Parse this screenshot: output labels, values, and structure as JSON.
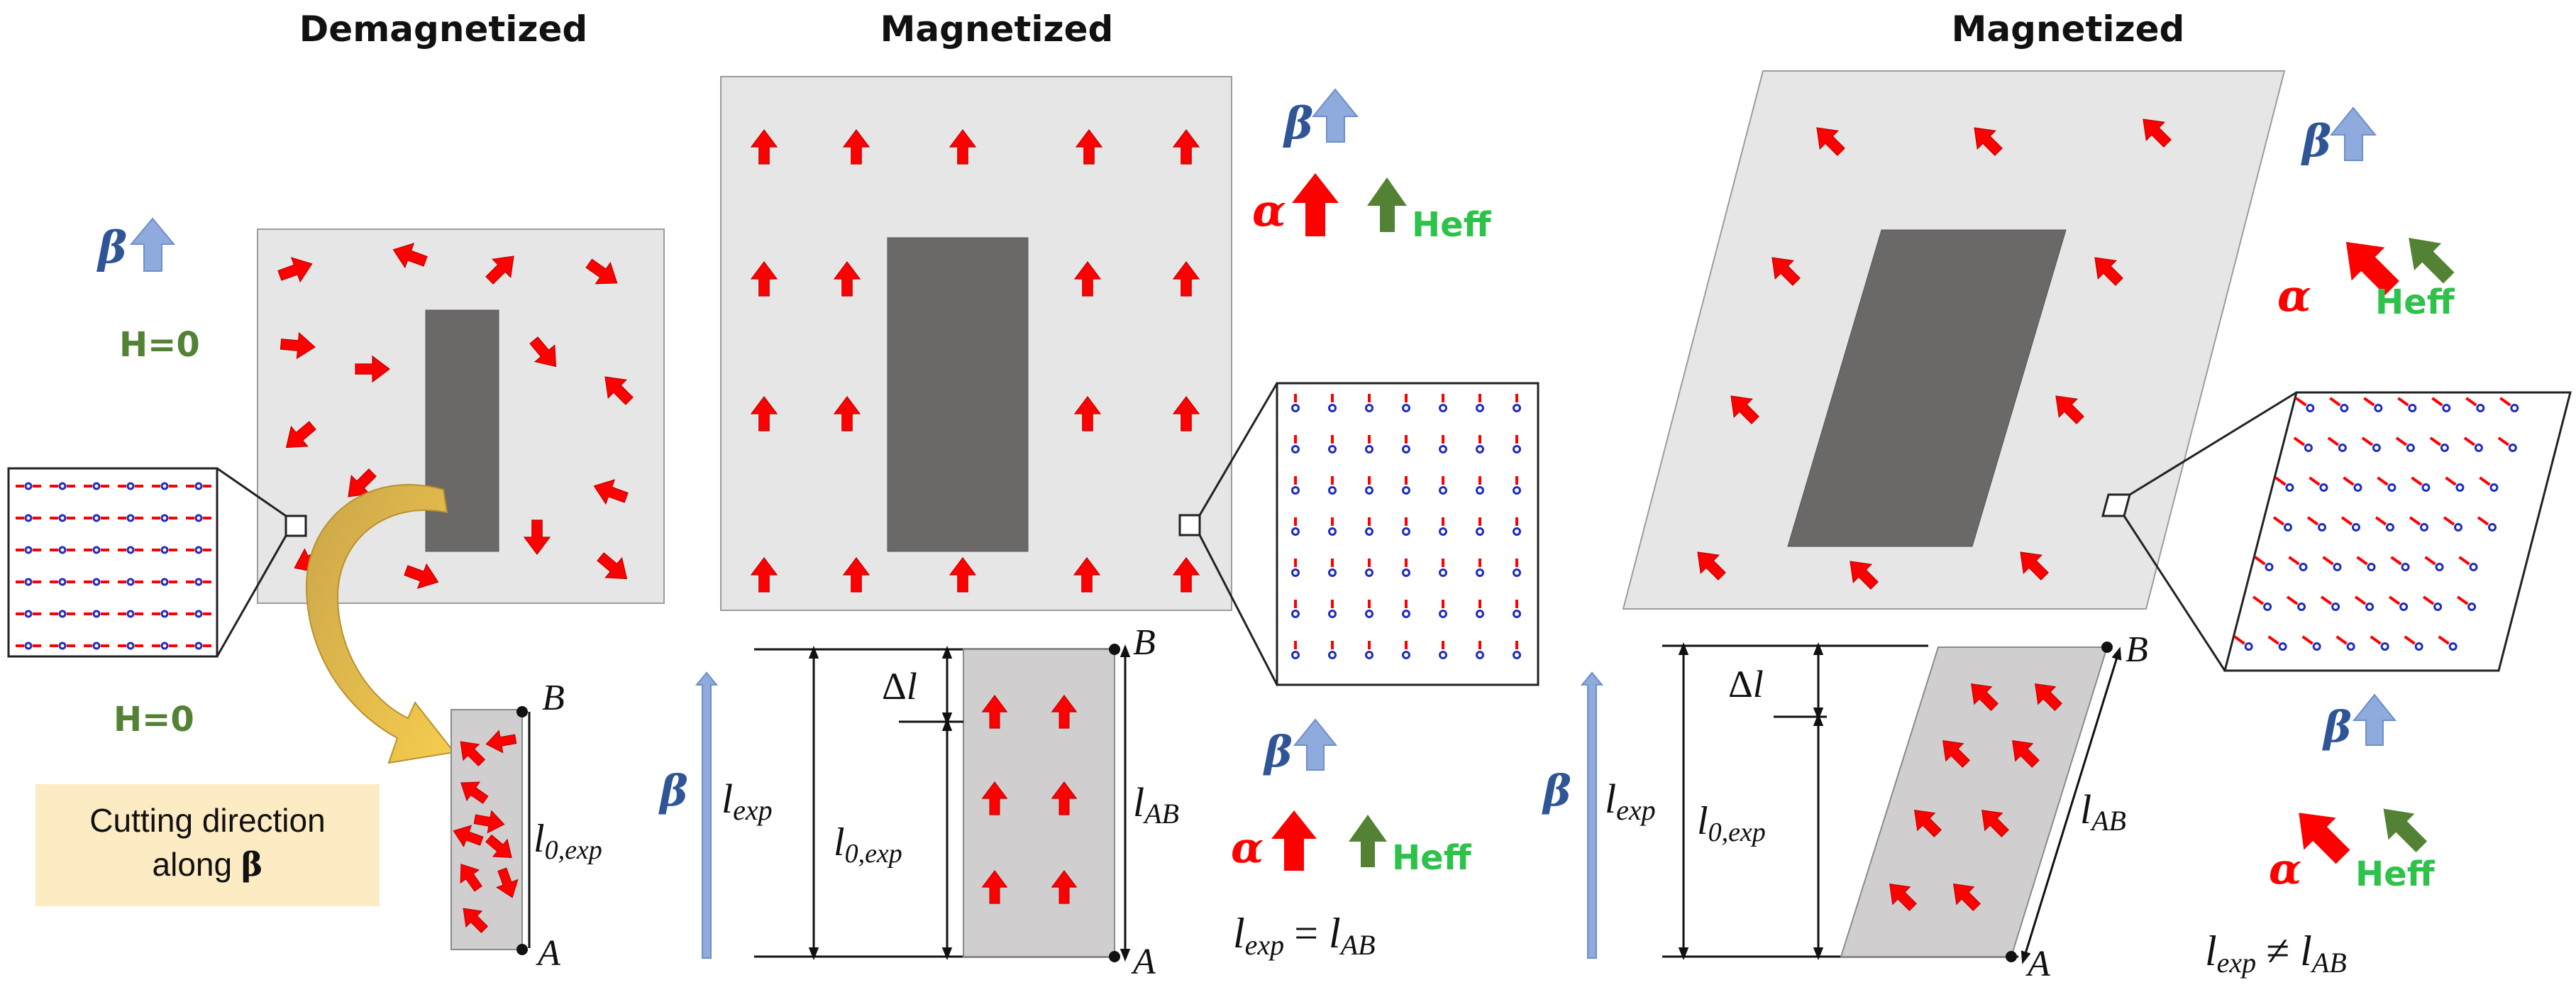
{
  "panels": {
    "demagnetized": {
      "title": "Demagnetized",
      "field_label_top": "H=0",
      "field_label_bottom": "H=0"
    },
    "magnetized_aligned": {
      "title": "Magnetized",
      "relation": "= "
    },
    "magnetized_tilted": {
      "title": "Magnetized",
      "relation": "≠ "
    }
  },
  "cutting_note": {
    "line1": "Cutting direction",
    "line2": "along ",
    "symbol": "β"
  },
  "symbols": {
    "beta": "β",
    "alpha": "α",
    "heff": "Heff",
    "delta": "Δ",
    "l": "l",
    "sub_exp": "exp",
    "sub_0exp": "0,exp",
    "sub_AB": "AB",
    "point_a": "A",
    "point_b": "B"
  },
  "colors": {
    "moment_arrow": "#ff0000",
    "beta_arrow": "#8faadc",
    "beta_text": "#2f5597",
    "alpha_text": "#ff0000",
    "heff_arrow": "#548235",
    "heff_text": "#2fc24a",
    "h_label": "#548235",
    "sample_bg": "#e6e6e6",
    "inclusion": "#6b6868",
    "cut_piece": "#d0cece",
    "cutting_note_bg": "#fdebc3",
    "cut_arrow": "#e8bc42"
  },
  "icons": [
    "up-arrow-icon",
    "curved-arrow-icon"
  ]
}
